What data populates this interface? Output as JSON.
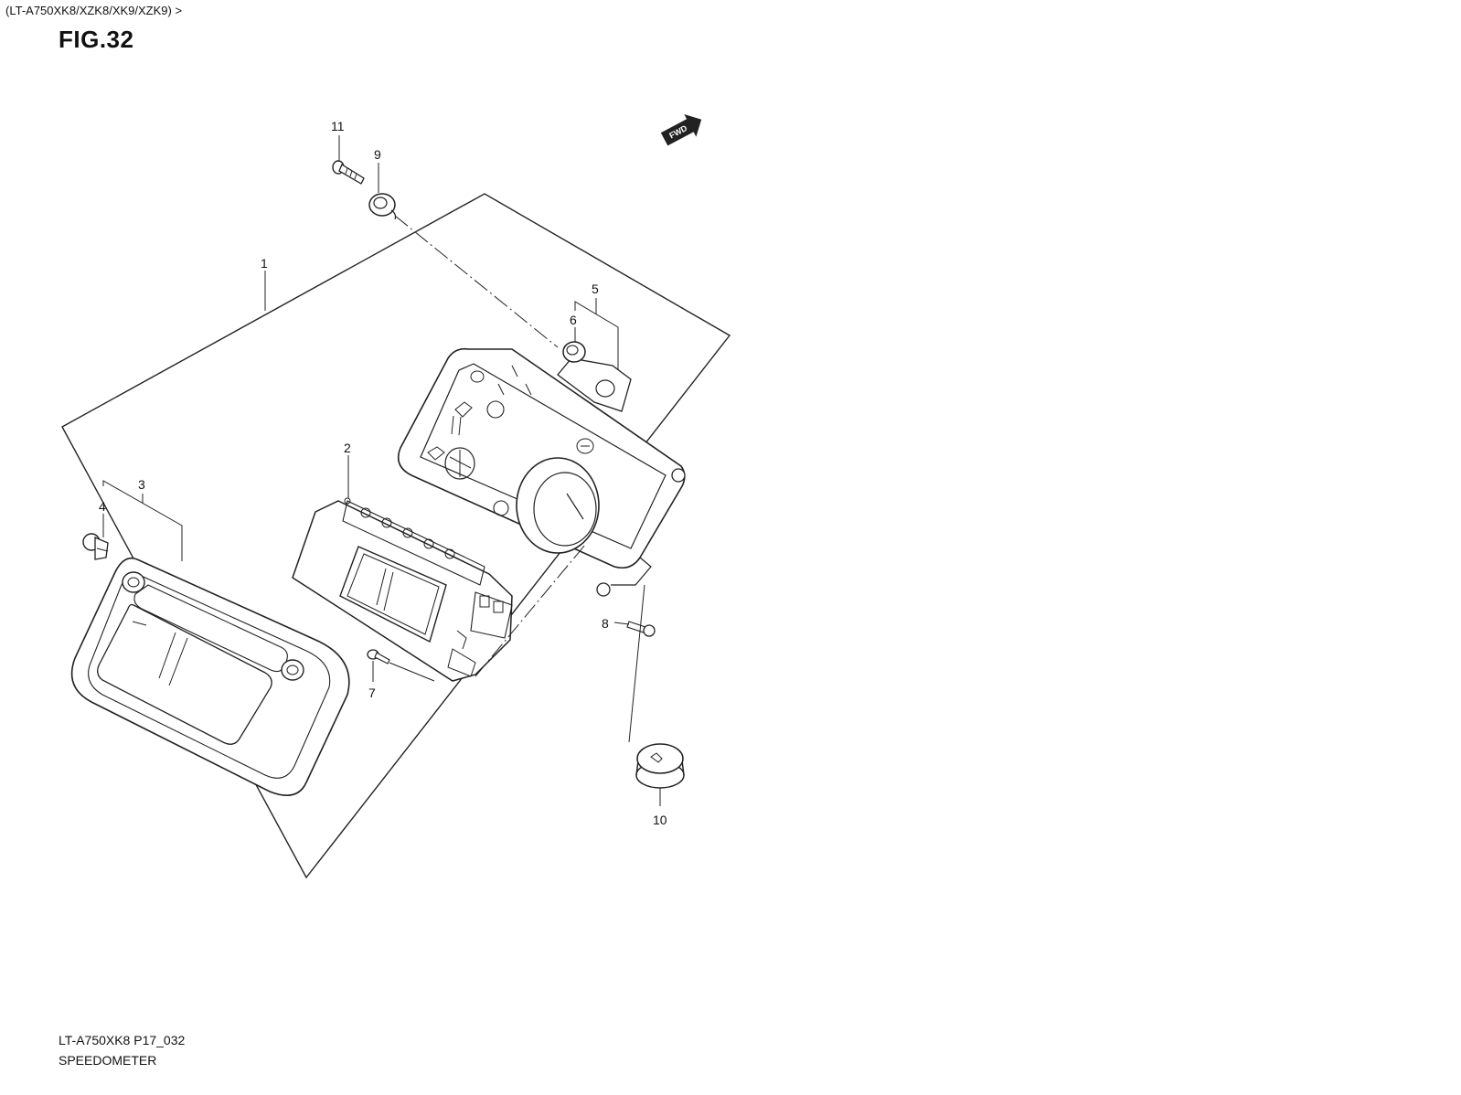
{
  "header": {
    "model_path": "(LT-A750XK8/XZK8/XK9/XZK9) >",
    "figure": "FIG.32"
  },
  "fwd_badge": "FWD",
  "callouts": [
    {
      "num": "1"
    },
    {
      "num": "2"
    },
    {
      "num": "3"
    },
    {
      "num": "4"
    },
    {
      "num": "5"
    },
    {
      "num": "6"
    },
    {
      "num": "7"
    },
    {
      "num": "8"
    },
    {
      "num": "9"
    },
    {
      "num": "10"
    },
    {
      "num": "11"
    }
  ],
  "footer": {
    "code": "LT-A750XK8 P17_032",
    "name": "SPEEDOMETER"
  }
}
